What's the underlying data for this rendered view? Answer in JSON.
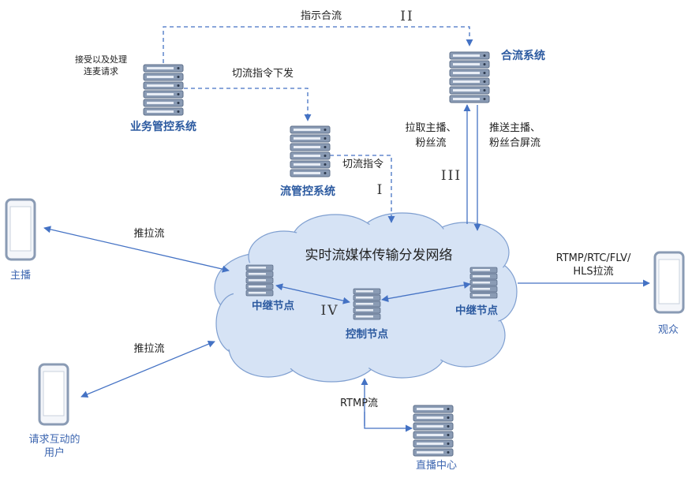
{
  "network": {
    "cloud_title": "实时流媒体传输分发网络",
    "relay_node_left": "中继节点",
    "relay_node_right": "中继节点",
    "control_node": "控制节点",
    "step_iv": "IV"
  },
  "systems": {
    "business_control": "业务管控系统",
    "business_control_note_line1": "接受以及处理",
    "business_control_note_line2": "连麦请求",
    "stream_control": "流管控系统",
    "mixing": "合流系统",
    "live_center": "直播中心"
  },
  "flows": {
    "indicate_mixing": "指示合流",
    "step_ii": "II",
    "switch_command_issue": "切流指令下发",
    "switch_command": "切流指令",
    "step_i": "I",
    "pull_streams_line1": "拉取主播、",
    "pull_streams_line2": "粉丝流",
    "push_streams_line1": "推送主播、",
    "push_streams_line2": "粉丝合屏流",
    "step_iii": "III",
    "push_pull_host": "推拉流",
    "push_pull_user": "推拉流",
    "pull_protocols_line1": "RTMP/RTC/FLV/",
    "pull_protocols_line2": "HLS拉流",
    "rtmp_stream": "RTMP流"
  },
  "roles": {
    "host": "主播",
    "requesting_user_line1": "请求互动的",
    "requesting_user_line2": "用户",
    "audience": "观众"
  },
  "colors": {
    "arrow_blue": "#4472c4",
    "cloud_fill": "#d6e3f5",
    "cloud_stroke": "#7f9fd0",
    "server_body": "#8a9bb4",
    "label_blue": "#2c5aa0"
  }
}
